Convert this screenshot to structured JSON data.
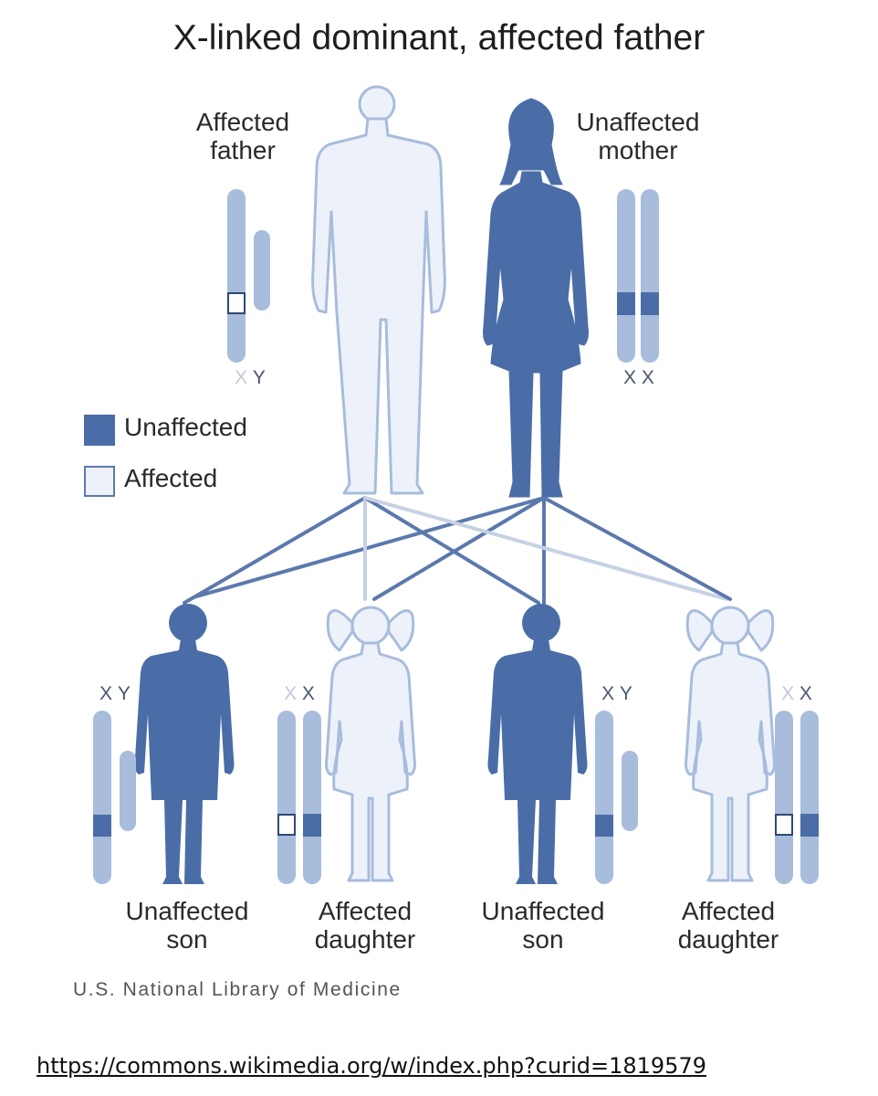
{
  "title": "X-linked dominant, affected father",
  "parents": {
    "father": {
      "label_line1": "Affected",
      "label_line2": "father",
      "chromosomes": [
        "X",
        "Y"
      ]
    },
    "mother": {
      "label_line1": "Unaffected",
      "label_line2": "mother",
      "chromosomes": [
        "X",
        "X"
      ]
    }
  },
  "legend": {
    "unaffected": "Unaffected",
    "affected": "Affected"
  },
  "children": [
    {
      "label_line1": "Unaffected",
      "label_line2": "son",
      "chromosomes": [
        "X",
        "Y"
      ]
    },
    {
      "label_line1": "Affected",
      "label_line2": "daughter",
      "chromosomes": [
        "X",
        "X"
      ]
    },
    {
      "label_line1": "Unaffected",
      "label_line2": "son",
      "chromosomes": [
        "X",
        "Y"
      ]
    },
    {
      "label_line1": "Affected",
      "label_line2": "daughter",
      "chromosomes": [
        "X",
        "X"
      ]
    }
  ],
  "credit": "U.S. National Library of Medicine",
  "source_url": "https://commons.wikimedia.org/w/index.php?curid=1819579",
  "colors": {
    "unaffected": "#4a6da7",
    "affected": "#edf2fa",
    "chromosome": "#a8bcdc",
    "line_unaffected": "#5b79ad",
    "line_affected": "#c6d1e4"
  }
}
